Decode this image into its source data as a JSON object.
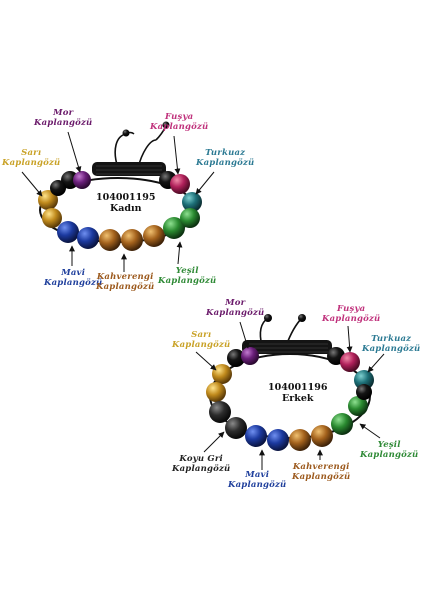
{
  "colors": {
    "mor": "#6b1b6b",
    "fusya": "#c0327c",
    "turkuaz": "#2c7a93",
    "sari": "#c9a227",
    "mavi": "#1f3f9c",
    "kahverengi": "#9c5a1e",
    "yesil": "#2f8a36",
    "koyu_gri": "#222222"
  },
  "bracelet_top": {
    "code": "104001195",
    "gender": "Kadın",
    "labels": {
      "mor": [
        "Mor",
        "Kaplangözü"
      ],
      "fusya": [
        "Fuşya",
        "Kaplangözü"
      ],
      "sari": [
        "Sarı",
        "Kaplangözü"
      ],
      "turkuaz": [
        "Turkuaz",
        "Kaplangözü"
      ],
      "mavi": [
        "Mavi",
        "Kaplangözü"
      ],
      "kahverengi": [
        "Kahverengi",
        "Kaplangözü"
      ],
      "yesil": [
        "Yeşil",
        "Kaplangözü"
      ]
    }
  },
  "bracelet_bottom": {
    "code": "104001196",
    "gender": "Erkek",
    "labels": {
      "mor": [
        "Mor",
        "Kaplangözü"
      ],
      "fusya": [
        "Fuşya",
        "Kaplangözü"
      ],
      "sari": [
        "Sarı",
        "Kaplangözü"
      ],
      "turkuaz": [
        "Turkuaz",
        "Kaplangözü"
      ],
      "koyu_gri": [
        "Koyu Gri",
        "Kaplangözü"
      ],
      "mavi": [
        "Mavi",
        "Kaplangözü"
      ],
      "kahverengi": [
        "Kahverengi",
        "Kaplangözü"
      ],
      "yesil": [
        "Yeşil",
        "Kaplangözü"
      ]
    }
  }
}
